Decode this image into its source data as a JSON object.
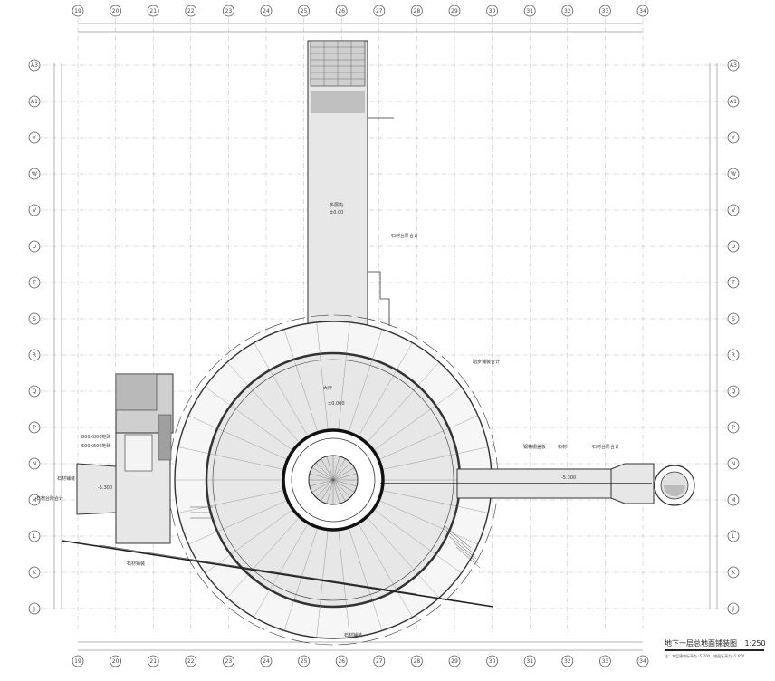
{
  "columns": [
    "19",
    "20",
    "21",
    "22",
    "23",
    "24",
    "25",
    "26",
    "27",
    "28",
    "29",
    "30",
    "31",
    "32",
    "33",
    "34"
  ],
  "rows": [
    "A3",
    "A1",
    "Y",
    "W",
    "V",
    "U",
    "T",
    "S",
    "R",
    "Q",
    "P",
    "N",
    "M",
    "L",
    "K",
    "J"
  ],
  "title": {
    "main": "地下一层总地面铺装图",
    "scale": "1:250",
    "note": "注：本层建筑标高为 -5.700，地面标高为 -5.650"
  },
  "labels": [
    {
      "id": "corridor",
      "text": "多层内"
    },
    {
      "id": "corridor-elev",
      "text": "±0.00"
    },
    {
      "id": "lobby",
      "text": "大厅"
    },
    {
      "id": "ring-elev",
      "text": "±0.000"
    },
    {
      "id": "right-elev",
      "text": "-5.300"
    },
    {
      "id": "left-elev",
      "text": "-5.300"
    },
    {
      "id": "note-a",
      "text": "石材台阶合计"
    },
    {
      "id": "note-b",
      "text": "踏步铺装合计"
    },
    {
      "id": "note-c",
      "text": "石材台阶合计"
    },
    {
      "id": "note-d",
      "text": "钢格栅盖板"
    },
    {
      "id": "note-e",
      "text": "石材"
    },
    {
      "id": "note-f",
      "text": "石材铺装"
    },
    {
      "id": "note-g",
      "text": "石材铺装"
    },
    {
      "id": "note-h",
      "text": "800X800地砖"
    },
    {
      "id": "note-i",
      "text": "600X600地砖"
    },
    {
      "id": "note-j",
      "text": "石材台阶合计"
    },
    {
      "id": "note-k",
      "text": "石材铺装"
    }
  ],
  "colors": {
    "line": "#333333",
    "grid": "#b8b8b8",
    "fill": "#e7e7e7"
  }
}
